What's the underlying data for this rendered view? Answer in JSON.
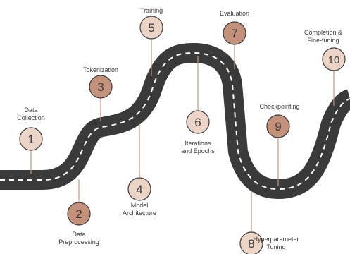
{
  "steps": [
    {
      "num": "1",
      "label": "Data\nCollection",
      "color": "light"
    },
    {
      "num": "2",
      "label": "Data\nPreprocessing",
      "color": "dark"
    },
    {
      "num": "3",
      "label": "Tokenization",
      "color": "dark"
    },
    {
      "num": "4",
      "label": "Model\nArchitecture",
      "color": "light"
    },
    {
      "num": "5",
      "label": "Training",
      "color": "light"
    },
    {
      "num": "6",
      "label": "Iterations\nand Epochs",
      "color": "light"
    },
    {
      "num": "7",
      "label": "Evaluation",
      "color": "dark"
    },
    {
      "num": "8",
      "label": "Hyperparameter\nTuning",
      "color": "light"
    },
    {
      "num": "9",
      "label": "Checkpointing",
      "color": "dark"
    },
    {
      "num": "10",
      "label": "Completion &\nFine-tuning",
      "color": "light"
    }
  ],
  "colors": {
    "road": "#3a3a3a",
    "road_dash": "#ffffff",
    "connector": "#c4977e",
    "circle_light": "#ecd4c6",
    "circle_dark": "#c4917a",
    "circle_stroke": "#3a3a3a",
    "number_text": "#3a3a3a"
  }
}
